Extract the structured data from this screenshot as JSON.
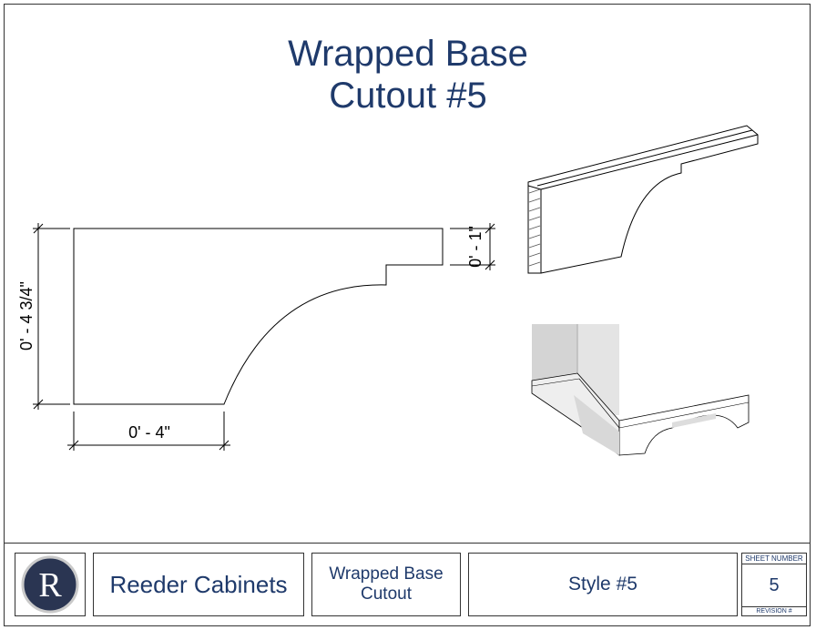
{
  "title": {
    "line1": "Wrapped Base",
    "line2": "Cutout #5"
  },
  "dimensions": {
    "height": "0' - 4 3/4\"",
    "width": "0' - 4\"",
    "step": "0' - 1\""
  },
  "title_block": {
    "logo_letter": "R",
    "company": "Reeder Cabinets",
    "sheet_title_line1": "Wrapped Base",
    "sheet_title_line2": "Cutout",
    "style": "Style #5",
    "sheet_number_label": "SHEET NUMBER",
    "sheet_number": "5",
    "revision_label": "REVISION #"
  },
  "colors": {
    "title": "#1f3a6b",
    "logo_bg": "#2a3552",
    "line": "#000000"
  }
}
